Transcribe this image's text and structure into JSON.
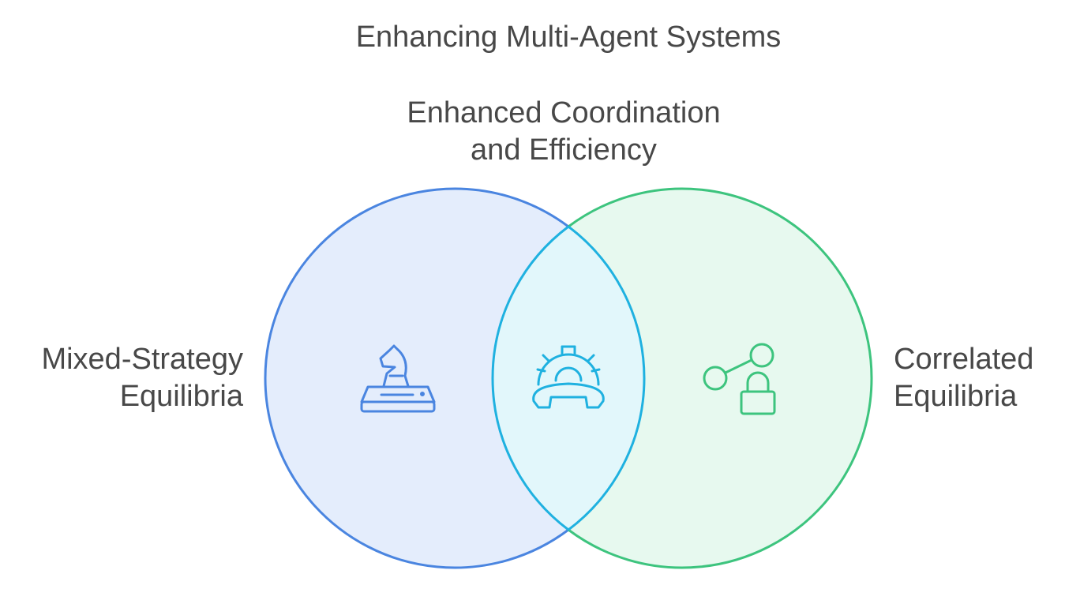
{
  "title": "Enhancing Multi-Agent Systems",
  "intersection": {
    "line1": "Enhanced Coordination",
    "line2": "and Efficiency",
    "icon": "gear-phone-icon"
  },
  "left_set": {
    "line1": "Mixed-Strategy",
    "line2": "Equilibria",
    "icon": "chess-knight-icon",
    "stroke_color": "#4a85e0",
    "fill_color": "#e4edfc"
  },
  "right_set": {
    "line1": "Correlated",
    "line2": "Equilibria",
    "icon": "share-lock-icon",
    "stroke_color": "#3dc47e",
    "fill_color": "#e7f9ef"
  },
  "overlap_colors": {
    "stroke_color": "#1fb1e0",
    "fill_color": "#e2f7fb"
  }
}
